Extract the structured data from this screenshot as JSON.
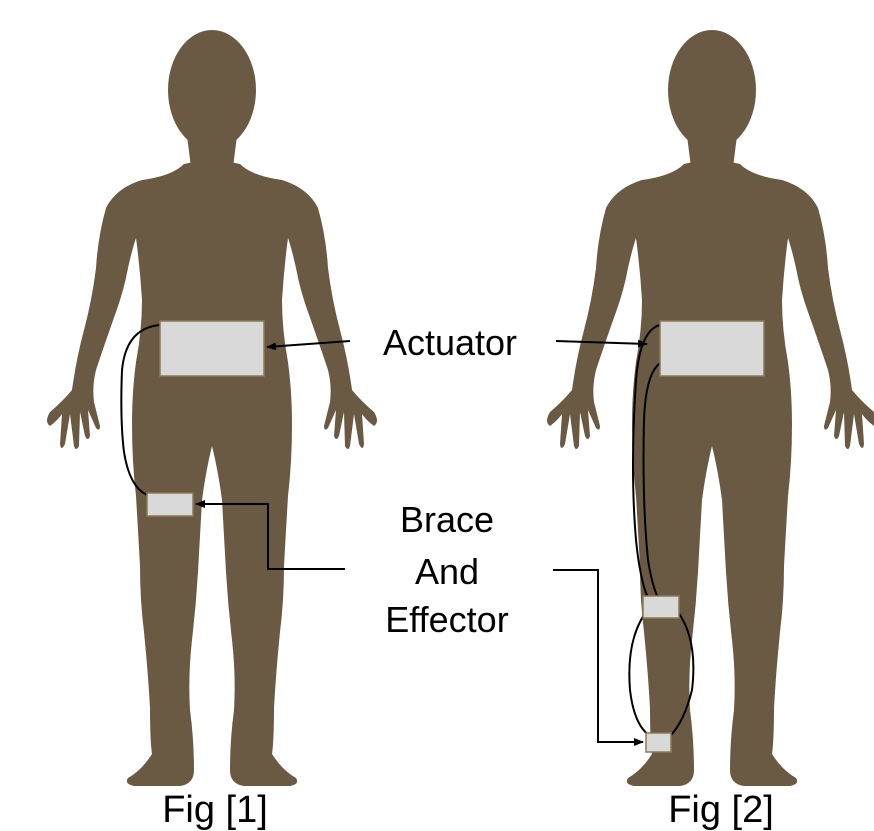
{
  "labels": {
    "actuator": "Actuator",
    "brace_line1": "Brace",
    "brace_line2": "And",
    "brace_line3": "Effector",
    "fig1": "Fig [1]",
    "fig2": "Fig [2]"
  },
  "colors": {
    "body": "#6b5a43",
    "device_fill": "#d9d9d9",
    "device_stroke": "#8a7a55",
    "line": "#000000",
    "background": "#ffffff"
  }
}
